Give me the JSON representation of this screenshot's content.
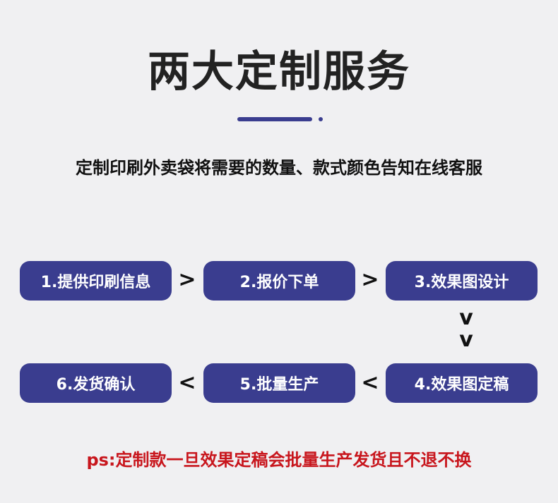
{
  "header": {
    "title": "两大定制服务",
    "subtitle": "定制印刷外卖袋将需要的数量、款式颜色告知在线客服"
  },
  "steps": [
    {
      "label": "1.提供印刷信息"
    },
    {
      "label": "2.报价下单"
    },
    {
      "label": "3.效果图设计"
    },
    {
      "label": "4.效果图定稿"
    },
    {
      "label": "5.批量生产"
    },
    {
      "label": "6.发货确认"
    }
  ],
  "arrows": {
    "right": ">",
    "down": "v",
    "left": "<"
  },
  "footer": {
    "note": "ps:定制款一旦效果定稿会批量生产发货且不退不换"
  },
  "colors": {
    "accent": "#3a3d8f",
    "background": "#f0f0f2",
    "warning": "#c8161d"
  }
}
